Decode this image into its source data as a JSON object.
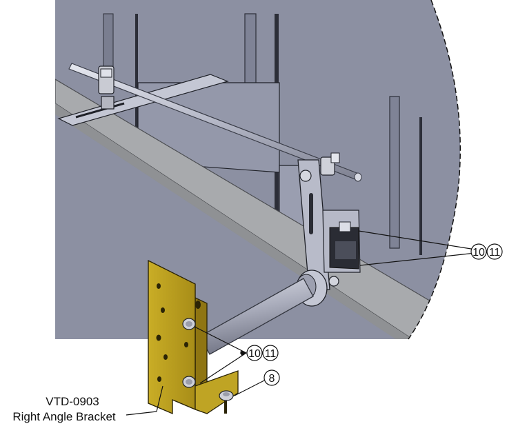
{
  "callouts": [
    {
      "id": "c10a",
      "text": "10"
    },
    {
      "id": "c11a",
      "text": "11"
    },
    {
      "id": "c10b",
      "text": "10"
    },
    {
      "id": "c11b",
      "text": "11"
    },
    {
      "id": "c8",
      "text": "8"
    }
  ],
  "part_label": {
    "part_number": "VTD-0903",
    "name": "Right Angle Bracket"
  },
  "colors": {
    "wall_fill": "#8a8ea0",
    "wall_dark": "#6f7386",
    "sill_fill": "#a7a9ad",
    "sill_edge": "#5a5c60",
    "rod": "#b9bccb",
    "rod_edge": "#555866",
    "bracket_fill": "#b59a1e",
    "bracket_light": "#d2b832",
    "bracket_edge": "#3a3208",
    "hardware": "#c9cbd3",
    "outline": "#111111"
  }
}
